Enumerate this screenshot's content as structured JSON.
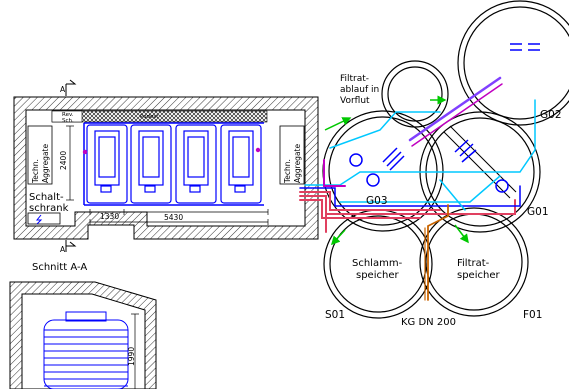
{
  "building": {
    "section_marker_top": "A",
    "section_marker_bottom": "A",
    "rev_label_line1": "Rev.",
    "rev_label_line2": "Sch.",
    "podest_label": "Podest",
    "techn_left_line1": "Techn.",
    "techn_left_line2": "Aggregate",
    "techn_right_line1": "Techn.",
    "techn_right_line2": "Aggregate",
    "dim_height": "2400",
    "schalt_line1": "Schalt-",
    "schalt_line2": "schrank",
    "dim_short": "1330",
    "dim_long": "5430",
    "section_title": "Schnitt  A-A",
    "dim_tank_height": "1990"
  },
  "tanks": {
    "g03": "G03",
    "g01": "G01",
    "g02": "G02",
    "s01": "S01",
    "f01": "F01",
    "schlamm_line1": "Schlamm-",
    "schlamm_line2": "speicher",
    "filtrat_line1": "Filtrat-",
    "filtrat_line2": "speicher"
  },
  "annotations": {
    "filtrat_ablauf_line1": "Filtrat-",
    "filtrat_ablauf_line2": "ablauf  in",
    "filtrat_ablauf_line3": "Vorflut",
    "kg_label": "KG  DN  200"
  },
  "colors": {
    "blue": "#0000ff",
    "cyan": "#00c8ff",
    "magenta": "#c000c0",
    "purple": "#8040ff",
    "red": "#e04060",
    "orange": "#c86400",
    "green": "#00c800",
    "black": "#000000"
  }
}
